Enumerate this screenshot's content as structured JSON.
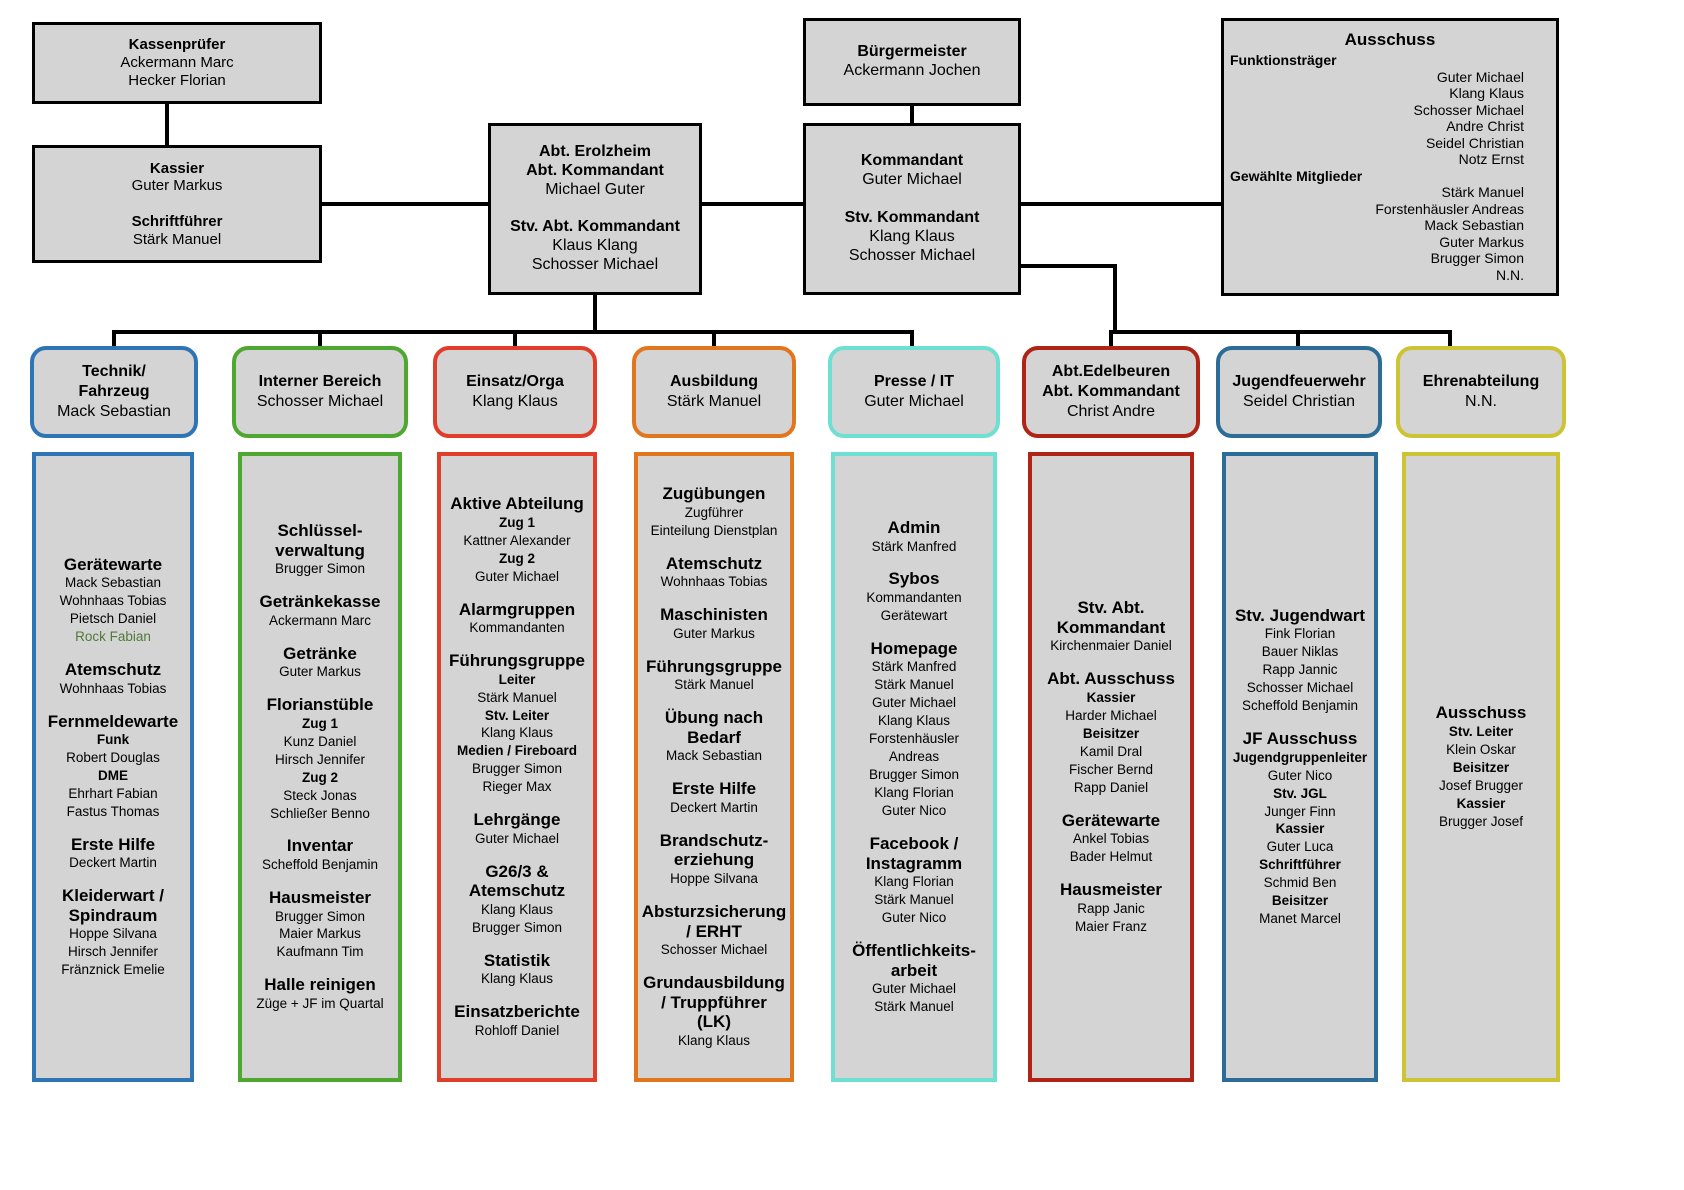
{
  "top": {
    "kassenpruefer": {
      "title": "Kassenprüfer",
      "names": [
        "Ackermann Marc",
        "Hecker Florian"
      ]
    },
    "kassier": {
      "title1": "Kassier",
      "name1": "Guter Markus",
      "title2": "Schriftführer",
      "name2": "Stärk Manuel"
    },
    "buergermeister": {
      "title": "Bürgermeister",
      "name": "Ackermann Jochen"
    },
    "erolzheim": {
      "line1": "Abt. Erolzheim",
      "line2": "Abt. Kommandant",
      "name1": "Michael Guter",
      "line3": "Stv. Abt. Kommandant",
      "name2": "Klaus Klang",
      "name3": "Schosser Michael"
    },
    "kommandant": {
      "title1": "Kommandant",
      "name1": "Guter Michael",
      "title2": "Stv. Kommandant",
      "name2": "Klang Klaus",
      "name3": "Schosser Michael"
    },
    "ausschuss": {
      "title": "Ausschuss",
      "section1": "Funktionsträger",
      "funktionstraeger": [
        "Guter Michael",
        "Klang Klaus",
        "Schosser Michael",
        "Andre Christ",
        "Seidel Christian",
        "Notz Ernst"
      ],
      "section2": "Gewählte Mitglieder",
      "mitglieder": [
        "Stärk Manuel",
        "Forstenhäusler Andreas",
        "Mack Sebastian",
        "Guter Markus",
        "Brugger Simon",
        "N.N."
      ]
    }
  },
  "columns": [
    {
      "id": "technik-fahrzeug",
      "accent": "#2e75b6",
      "header": {
        "title_lines": [
          "Technik/",
          "Fahrzeug"
        ],
        "name": "Mack Sebastian"
      },
      "groups": [
        {
          "title": "Gerätewarte",
          "items": [
            {
              "type": "name",
              "text": "Mack Sebastian"
            },
            {
              "type": "name",
              "text": "Wohnhaas Tobias"
            },
            {
              "type": "name",
              "text": "Pietsch Daniel"
            },
            {
              "type": "name",
              "text": "Rock Fabian",
              "color": "green"
            }
          ]
        },
        {
          "title": "Atemschutz",
          "items": [
            {
              "type": "name",
              "text": "Wohnhaas Tobias"
            }
          ]
        },
        {
          "title": "Fernmeldewarte",
          "items": [
            {
              "type": "sub",
              "text": "Funk"
            },
            {
              "type": "name",
              "text": "Robert Douglas"
            },
            {
              "type": "sub",
              "text": "DME"
            },
            {
              "type": "name",
              "text": "Ehrhart Fabian"
            },
            {
              "type": "name",
              "text": "Fastus Thomas"
            }
          ]
        },
        {
          "title": "Erste Hilfe",
          "items": [
            {
              "type": "name",
              "text": "Deckert Martin"
            }
          ]
        },
        {
          "title_lines": [
            "Kleiderwart /",
            "Spindraum"
          ],
          "items": [
            {
              "type": "name",
              "text": "Hoppe Silvana"
            },
            {
              "type": "name",
              "text": "Hirsch Jennifer"
            },
            {
              "type": "name",
              "text": "Fränznick Emelie"
            }
          ]
        }
      ]
    },
    {
      "id": "interner-bereich",
      "accent": "#4ea72e",
      "header": {
        "title_lines": [
          "Interner Bereich"
        ],
        "name": "Schosser Michael"
      },
      "groups": [
        {
          "title_lines": [
            "Schlüssel-",
            "verwaltung"
          ],
          "items": [
            {
              "type": "name",
              "text": "Brugger Simon"
            }
          ]
        },
        {
          "title": "Getränkekasse",
          "items": [
            {
              "type": "name",
              "text": "Ackermann Marc"
            }
          ]
        },
        {
          "title": "Getränke",
          "items": [
            {
              "type": "name",
              "text": "Guter Markus"
            }
          ]
        },
        {
          "title": "Florianstüble",
          "items": [
            {
              "type": "sub",
              "text": "Zug 1"
            },
            {
              "type": "name",
              "text": "Kunz Daniel"
            },
            {
              "type": "name",
              "text": "Hirsch Jennifer"
            },
            {
              "type": "sub",
              "text": "Zug 2"
            },
            {
              "type": "name",
              "text": "Steck Jonas"
            },
            {
              "type": "name",
              "text": "Schließer Benno"
            }
          ]
        },
        {
          "title": "Inventar",
          "items": [
            {
              "type": "name",
              "text": "Scheffold Benjamin"
            }
          ]
        },
        {
          "title": "Hausmeister",
          "items": [
            {
              "type": "name",
              "text": "Brugger Simon"
            },
            {
              "type": "name",
              "text": "Maier Markus"
            },
            {
              "type": "name",
              "text": "Kaufmann Tim"
            }
          ]
        },
        {
          "title": "Halle reinigen",
          "items": [
            {
              "type": "name",
              "text": "Züge + JF im Quartal"
            }
          ]
        }
      ]
    },
    {
      "id": "einsatz-orga",
      "accent": "#e03d2b",
      "header": {
        "title_lines": [
          "Einsatz/Orga"
        ],
        "name": "Klang Klaus"
      },
      "groups": [
        {
          "title": "Aktive Abteilung",
          "items": [
            {
              "type": "sub",
              "text": "Zug 1"
            },
            {
              "type": "name",
              "text": "Kattner Alexander"
            },
            {
              "type": "sub",
              "text": "Zug 2"
            },
            {
              "type": "name",
              "text": "Guter Michael"
            }
          ]
        },
        {
          "title": "Alarmgruppen",
          "items": [
            {
              "type": "name",
              "text": "Kommandanten"
            }
          ]
        },
        {
          "title": "Führungsgruppe",
          "items": [
            {
              "type": "sub",
              "text": "Leiter"
            },
            {
              "type": "name",
              "text": "Stärk Manuel"
            },
            {
              "type": "sub",
              "text": "Stv. Leiter"
            },
            {
              "type": "name",
              "text": "Klang Klaus"
            },
            {
              "type": "sub",
              "text": "Medien / Fireboard"
            },
            {
              "type": "name",
              "text": "Brugger Simon"
            },
            {
              "type": "name",
              "text": "Rieger Max"
            }
          ]
        },
        {
          "title": "Lehrgänge",
          "items": [
            {
              "type": "name",
              "text": "Guter Michael"
            }
          ]
        },
        {
          "title_lines": [
            "G26/3 &",
            "Atemschutz"
          ],
          "items": [
            {
              "type": "name",
              "text": "Klang Klaus"
            },
            {
              "type": "name",
              "text": "Brugger Simon"
            }
          ]
        },
        {
          "title": "Statistik",
          "items": [
            {
              "type": "name",
              "text": "Klang Klaus"
            }
          ]
        },
        {
          "title": "Einsatzberichte",
          "items": [
            {
              "type": "name",
              "text": "Rohloff Daniel"
            }
          ]
        }
      ]
    },
    {
      "id": "ausbildung",
      "accent": "#e2761c",
      "header": {
        "title_lines": [
          "Ausbildung"
        ],
        "name": "Stärk Manuel"
      },
      "groups": [
        {
          "title": "Zugübungen",
          "items": [
            {
              "type": "name",
              "text": "Zugführer"
            },
            {
              "type": "name",
              "text": "Einteilung Dienstplan"
            }
          ]
        },
        {
          "title": "Atemschutz",
          "items": [
            {
              "type": "name",
              "text": "Wohnhaas Tobias"
            }
          ]
        },
        {
          "title": "Maschinisten",
          "items": [
            {
              "type": "name",
              "text": "Guter Markus"
            }
          ]
        },
        {
          "title": "Führungsgruppe",
          "items": [
            {
              "type": "name",
              "text": "Stärk Manuel"
            }
          ]
        },
        {
          "title_lines": [
            "Übung nach",
            "Bedarf"
          ],
          "items": [
            {
              "type": "name",
              "text": "Mack Sebastian"
            }
          ]
        },
        {
          "title": "Erste Hilfe",
          "items": [
            {
              "type": "name",
              "text": "Deckert Martin"
            }
          ]
        },
        {
          "title_lines": [
            "Brandschutz-",
            "erziehung"
          ],
          "items": [
            {
              "type": "name",
              "text": "Hoppe Silvana"
            }
          ]
        },
        {
          "title_lines": [
            "Absturzsicherung",
            "/ ERHT"
          ],
          "items": [
            {
              "type": "name",
              "text": "Schosser Michael"
            }
          ]
        },
        {
          "title_lines": [
            "Grundausbildung",
            "/ Truppführer (LK)"
          ],
          "items": [
            {
              "type": "name",
              "text": "Klang Klaus"
            }
          ]
        }
      ]
    },
    {
      "id": "presse-it",
      "accent": "#6fdfd1",
      "header": {
        "title_lines": [
          "Presse / IT"
        ],
        "name": "Guter Michael"
      },
      "groups": [
        {
          "title": "Admin",
          "items": [
            {
              "type": "name",
              "text": "Stärk Manfred"
            }
          ]
        },
        {
          "title": "Sybos",
          "items": [
            {
              "type": "name",
              "text": "Kommandanten"
            },
            {
              "type": "name",
              "text": "Gerätewart"
            }
          ]
        },
        {
          "title": "Homepage",
          "items": [
            {
              "type": "name",
              "text": "Stärk Manfred"
            },
            {
              "type": "name",
              "text": "Stärk Manuel"
            },
            {
              "type": "name",
              "text": "Guter Michael"
            },
            {
              "type": "name",
              "text": "Klang Klaus"
            },
            {
              "type": "name",
              "text": "Forstenhäusler"
            },
            {
              "type": "name",
              "text": "Andreas"
            },
            {
              "type": "name",
              "text": "Brugger Simon"
            },
            {
              "type": "name",
              "text": "Klang Florian"
            },
            {
              "type": "name",
              "text": "Guter Nico"
            }
          ]
        },
        {
          "title_lines": [
            "Facebook /",
            "Instagramm"
          ],
          "items": [
            {
              "type": "name",
              "text": "Klang Florian"
            },
            {
              "type": "name",
              "text": "Stärk Manuel"
            },
            {
              "type": "name",
              "text": "Guter Nico"
            }
          ]
        },
        {
          "title_lines": [
            "Öffentlichkeits-",
            "arbeit"
          ],
          "items": [
            {
              "type": "name",
              "text": "Guter Michael"
            },
            {
              "type": "name",
              "text": "Stärk Manuel"
            }
          ]
        }
      ]
    },
    {
      "id": "abt-edelbeuren",
      "accent": "#b02418",
      "header": {
        "title_lines": [
          "Abt.Edelbeuren",
          "Abt. Kommandant"
        ],
        "name": "Christ Andre"
      },
      "groups": [
        {
          "title_lines": [
            "Stv. Abt.",
            "Kommandant"
          ],
          "items": [
            {
              "type": "name",
              "text": "Kirchenmaier Daniel"
            }
          ]
        },
        {
          "title": "Abt. Ausschuss",
          "items": [
            {
              "type": "sub",
              "text": "Kassier"
            },
            {
              "type": "name",
              "text": "Harder Michael"
            },
            {
              "type": "sub",
              "text": "Beisitzer"
            },
            {
              "type": "name",
              "text": "Kamil Dral"
            },
            {
              "type": "name",
              "text": "Fischer Bernd"
            },
            {
              "type": "name",
              "text": "Rapp Daniel"
            }
          ]
        },
        {
          "title": "Gerätewarte",
          "items": [
            {
              "type": "name",
              "text": "Ankel Tobias"
            },
            {
              "type": "name",
              "text": "Bader Helmut"
            }
          ]
        },
        {
          "title": "Hausmeister",
          "items": [
            {
              "type": "name",
              "text": "Rapp Janic"
            },
            {
              "type": "name",
              "text": "Maier Franz"
            }
          ]
        }
      ]
    },
    {
      "id": "jugendfeuerwehr",
      "accent": "#2b6d98",
      "header": {
        "title_lines": [
          "Jugendfeuerwehr"
        ],
        "name": "Seidel Christian"
      },
      "groups": [
        {
          "title": "Stv. Jugendwart",
          "items": [
            {
              "type": "name",
              "text": "Fink Florian"
            },
            {
              "type": "name",
              "text": "Bauer Niklas"
            },
            {
              "type": "name",
              "text": "Rapp Jannic"
            },
            {
              "type": "name",
              "text": "Schosser Michael"
            },
            {
              "type": "name",
              "text": "Scheffold Benjamin"
            }
          ]
        },
        {
          "title": "JF Ausschuss",
          "items": [
            {
              "type": "sub",
              "text": "Jugendgruppenleiter"
            },
            {
              "type": "name",
              "text": "Guter Nico"
            },
            {
              "type": "sub",
              "text": "Stv. JGL"
            },
            {
              "type": "name",
              "text": "Junger Finn"
            },
            {
              "type": "sub",
              "text": "Kassier"
            },
            {
              "type": "name",
              "text": "Guter Luca"
            },
            {
              "type": "sub",
              "text": "Schriftführer"
            },
            {
              "type": "name",
              "text": "Schmid Ben"
            },
            {
              "type": "sub",
              "text": "Beisitzer"
            },
            {
              "type": "name",
              "text": "Manet Marcel"
            }
          ]
        }
      ]
    },
    {
      "id": "ehrenabteilung",
      "accent": "#ccc434",
      "header": {
        "title_lines": [
          "Ehrenabteilung"
        ],
        "name": "N.N."
      },
      "groups": [
        {
          "title": "Ausschuss",
          "items": [
            {
              "type": "sub",
              "text": "Stv. Leiter"
            },
            {
              "type": "name",
              "text": "Klein Oskar"
            },
            {
              "type": "sub",
              "text": "Beisitzer"
            },
            {
              "type": "name",
              "text": "Josef Brugger"
            },
            {
              "type": "sub",
              "text": "Kassier"
            },
            {
              "type": "name",
              "text": "Brugger Josef"
            }
          ]
        }
      ]
    }
  ]
}
